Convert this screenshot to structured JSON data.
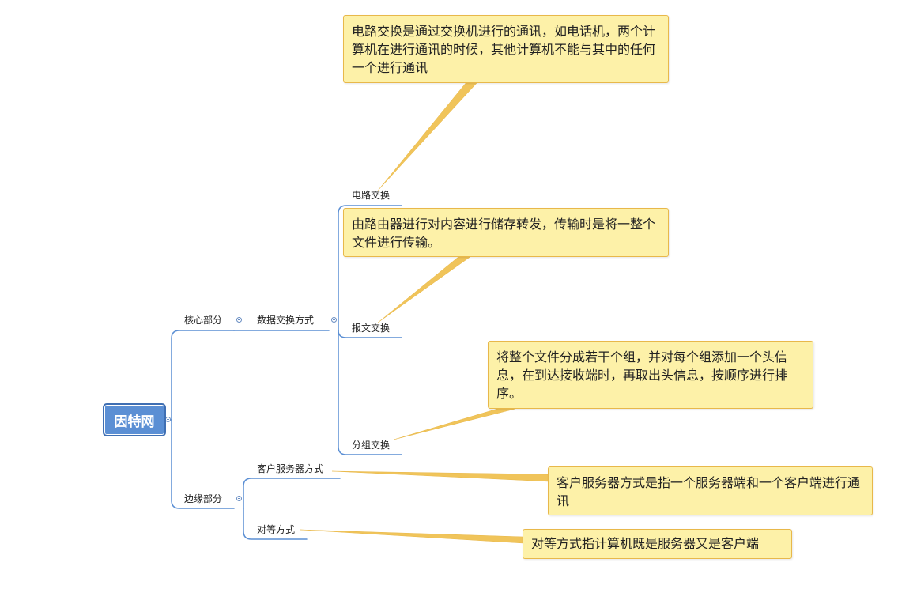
{
  "root": {
    "label": "因特网"
  },
  "branches": {
    "core": {
      "label": "核心部分"
    },
    "edge": {
      "label": "边缘部分"
    }
  },
  "sub": {
    "data_exchange": {
      "label": "数据交换方式"
    },
    "client_server": {
      "label": "客户服务器方式"
    },
    "p2p": {
      "label": "对等方式"
    }
  },
  "leaves": {
    "circuit": {
      "label": "电路交换"
    },
    "message": {
      "label": "报文交换"
    },
    "packet": {
      "label": "分组交换"
    }
  },
  "notes": {
    "circuit": "电路交换是通过交换机进行的通讯，如电话机，两个计算机在进行通讯的时候，其他计算机不能与其中的任何一个进行通讯",
    "message": "由路由器进行对内容进行储存转发，传输时是将一整个文件进行传输。",
    "packet": "将整个文件分成若干个组，并对每个组添加一个头信息，在到达接收端时，再取出头信息，按顺序进行排序。",
    "client_server": "客户服务器方式是指一个服务器端和一个客户端进行通讯",
    "p2p": "对等方式指计算机既是服务器又是客户端"
  },
  "colors": {
    "line": "#5b8fd4",
    "note_bg": "#fdf1a8",
    "note_border": "#e8b84a",
    "callout": "#f0c45a"
  }
}
